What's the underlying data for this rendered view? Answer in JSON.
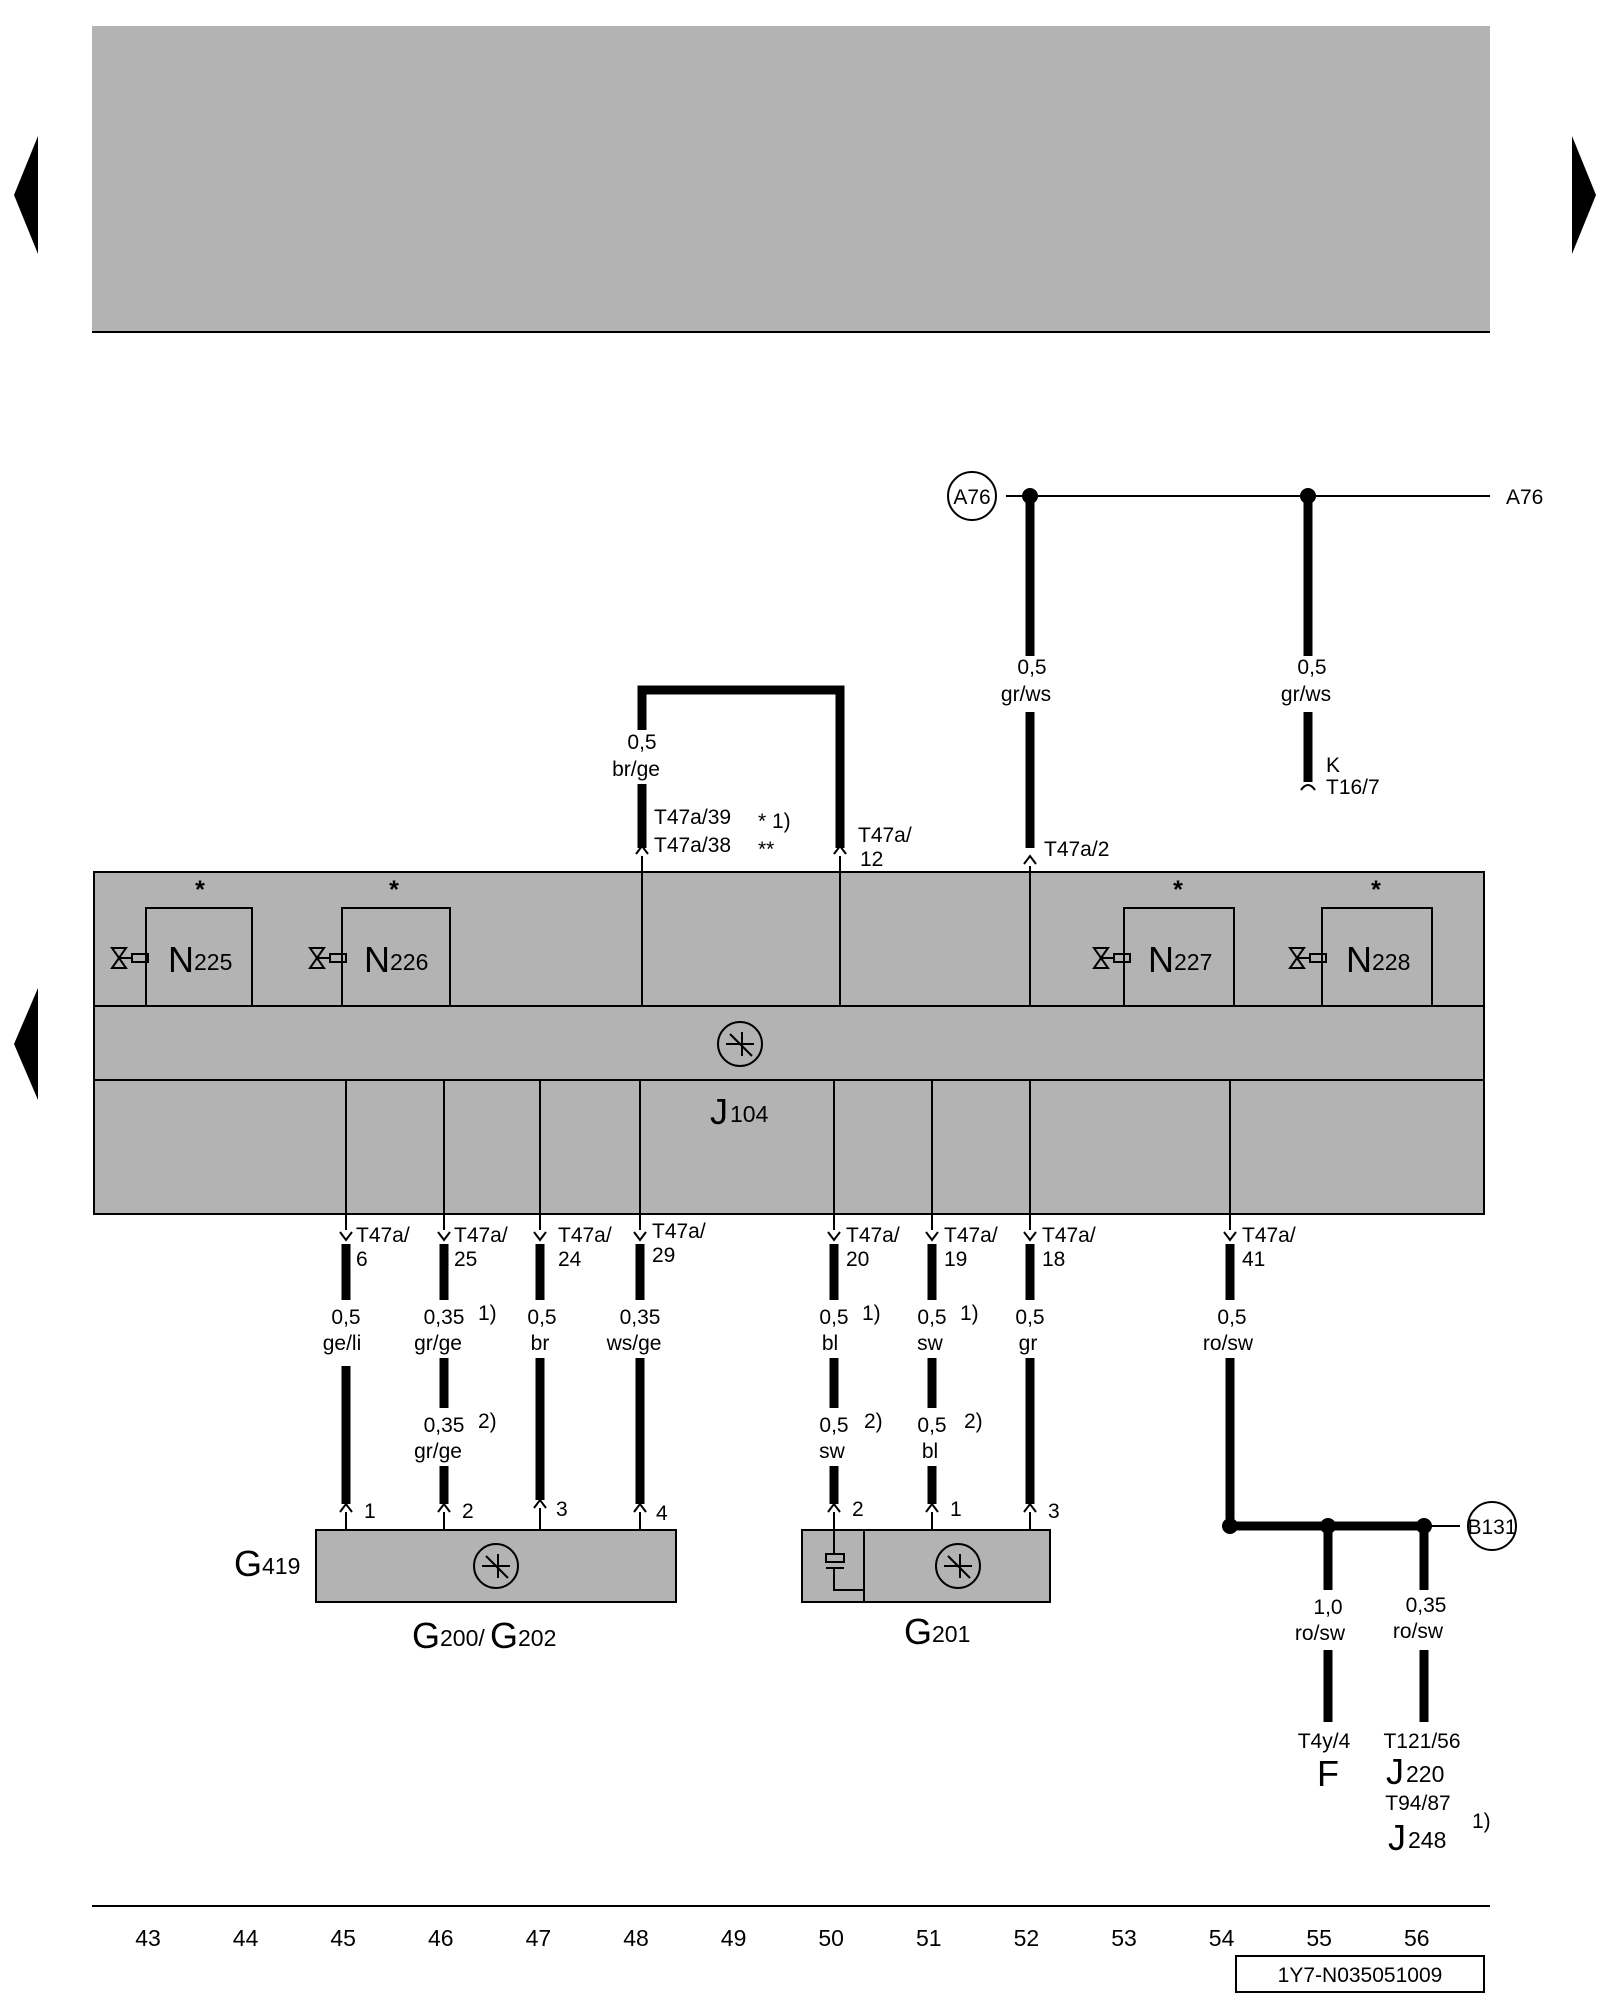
{
  "header": {
    "nav_left": "previous-page",
    "nav_right": "next-page",
    "nav_left_lower": "previous-page"
  },
  "refs": {
    "a76_circle": "A76",
    "a76_right": "A76",
    "b131": "B131"
  },
  "control_unit": {
    "label_main": "J",
    "label_sub": "104",
    "star": "*",
    "valves": [
      {
        "main": "N",
        "sub": "225"
      },
      {
        "main": "N",
        "sub": "226"
      },
      {
        "main": "N",
        "sub": "227"
      },
      {
        "main": "N",
        "sub": "228"
      }
    ]
  },
  "top_wires": {
    "bridge_size": "0,5",
    "bridge_color": "br/ge",
    "pin_39": "T47a/39",
    "pin_39_note": "* 1)",
    "pin_38": "T47a/38",
    "pin_38_note": "**",
    "pin_12a": "T47a/",
    "pin_12b": "12",
    "pin_2": "T47a/2",
    "w52_size": "0,5",
    "w52_color": "gr/ws",
    "w55_size": "0,5",
    "w55_color": "gr/ws",
    "k_label": "K",
    "k_pin": "T16/7"
  },
  "bottom_wires": [
    {
      "pa": "T47a/",
      "pb": "6",
      "s1": "0,5",
      "c1": "ge/li",
      "n1": "",
      "s2": "",
      "c2": "",
      "n2": "",
      "end": "1"
    },
    {
      "pa": "T47a/",
      "pb": "25",
      "s1": "0,35",
      "c1": "gr/ge",
      "n1": "1)",
      "s2": "0,35",
      "c2": "gr/ge",
      "n2": "2)",
      "end": "2"
    },
    {
      "pa": "T47a/",
      "pb": "24",
      "s1": "0,5",
      "c1": "br",
      "n1": "",
      "s2": "",
      "c2": "",
      "n2": "",
      "end": "3"
    },
    {
      "pa": "T47a/",
      "pb": "29",
      "s1": "0,35",
      "c1": "ws/ge",
      "n1": "",
      "s2": "",
      "c2": "",
      "n2": "",
      "end": "4"
    },
    {
      "pa": "T47a/",
      "pb": "20",
      "s1": "0,5",
      "c1": "bl",
      "n1": "1)",
      "s2": "0,5",
      "c2": "sw",
      "n2": "2)",
      "end": "2"
    },
    {
      "pa": "T47a/",
      "pb": "19",
      "s1": "0,5",
      "c1": "sw",
      "n1": "1)",
      "s2": "0,5",
      "c2": "bl",
      "n2": "2)",
      "end": "1"
    },
    {
      "pa": "T47a/",
      "pb": "18",
      "s1": "0,5",
      "c1": "gr",
      "n1": "",
      "s2": "",
      "c2": "",
      "n2": "",
      "end": "3"
    },
    {
      "pa": "T47a/",
      "pb": "41",
      "s1": "0,5",
      "c1": "ro/sw",
      "n1": "",
      "s2": "",
      "c2": "",
      "n2": "",
      "end": ""
    }
  ],
  "sensors": {
    "g419_main": "G",
    "g419_sub": "419",
    "g200_main": "G",
    "g200_sub": "200/",
    "g202_main": "G",
    "g202_sub": "202",
    "g201_main": "G",
    "g201_sub": "201"
  },
  "b131_branch": {
    "f_size": "1,0",
    "f_color": "ro/sw",
    "f_pin": "T4y/4",
    "f_label": "F",
    "j_size": "0,35",
    "j_color": "ro/sw",
    "j220_pin": "T121/56",
    "j220_main": "J",
    "j220_sub": "220",
    "j248_pin": "T94/87",
    "j248_main": "J",
    "j248_sub": "248",
    "j248_note": "1)"
  },
  "footer": {
    "columns": [
      "43",
      "44",
      "45",
      "46",
      "47",
      "48",
      "49",
      "50",
      "51",
      "52",
      "53",
      "54",
      "55",
      "56"
    ],
    "doc_id": "1Y7-N035051009"
  }
}
